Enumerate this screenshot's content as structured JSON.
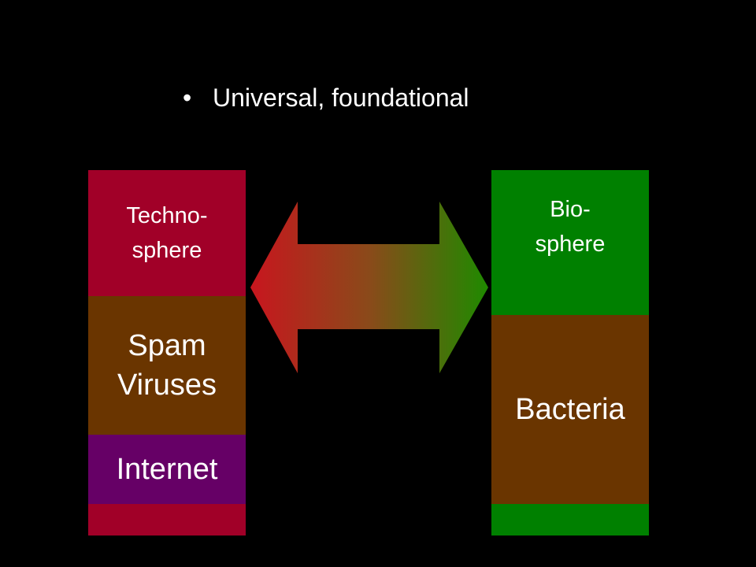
{
  "bullet": {
    "symbol": "•",
    "text": "Universal, foundational"
  },
  "left_stack": {
    "techno_line1": "Techno-",
    "techno_line2": "sphere",
    "spam_line1": "Spam",
    "spam_line2": "Viruses",
    "internet": "Internet"
  },
  "right_stack": {
    "bio_line1": "Bio-",
    "bio_line2": "sphere",
    "bacteria": "Bacteria"
  },
  "colors": {
    "background": "#000000",
    "techno_red": "#A10028",
    "spam_brown": "#6A3500",
    "internet_purple": "#660066",
    "bio_green": "#008000",
    "bacteria_brown": "#6A3500",
    "arrow_left": "#C8161E",
    "arrow_right": "#1F8A00"
  }
}
